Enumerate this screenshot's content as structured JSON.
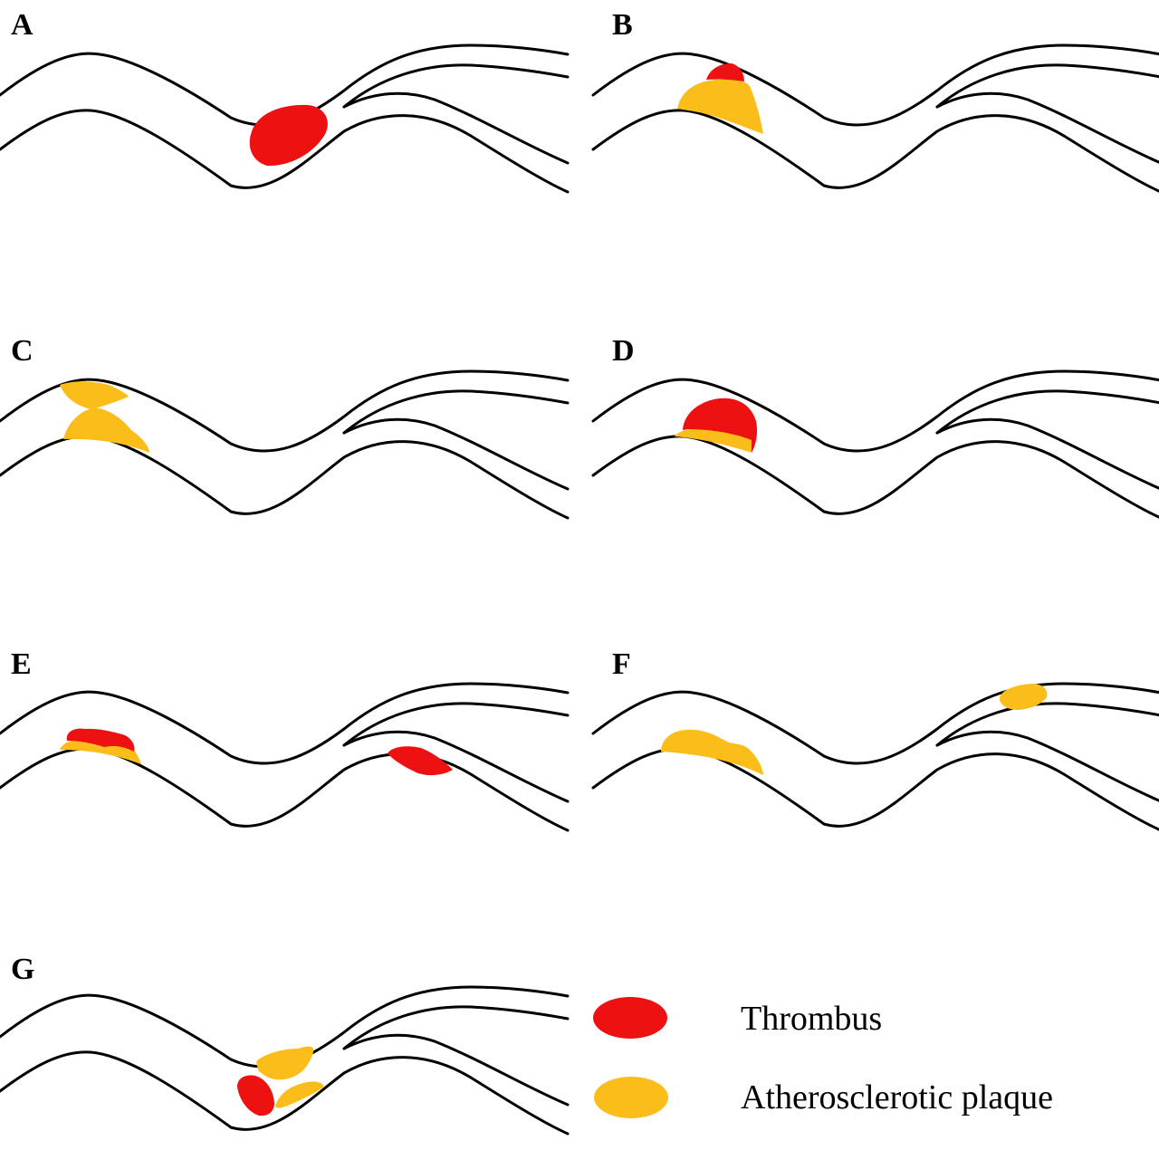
{
  "panels": [
    {
      "label": "A"
    },
    {
      "label": "B"
    },
    {
      "label": "C"
    },
    {
      "label": "D"
    },
    {
      "label": "E"
    },
    {
      "label": "F"
    },
    {
      "label": "G"
    }
  ],
  "legend": {
    "thrombus": {
      "label": "Thrombus",
      "color": "#ee1111"
    },
    "plaque": {
      "label": "Atherosclerotic plaque",
      "color": "#fbbd1a"
    }
  }
}
